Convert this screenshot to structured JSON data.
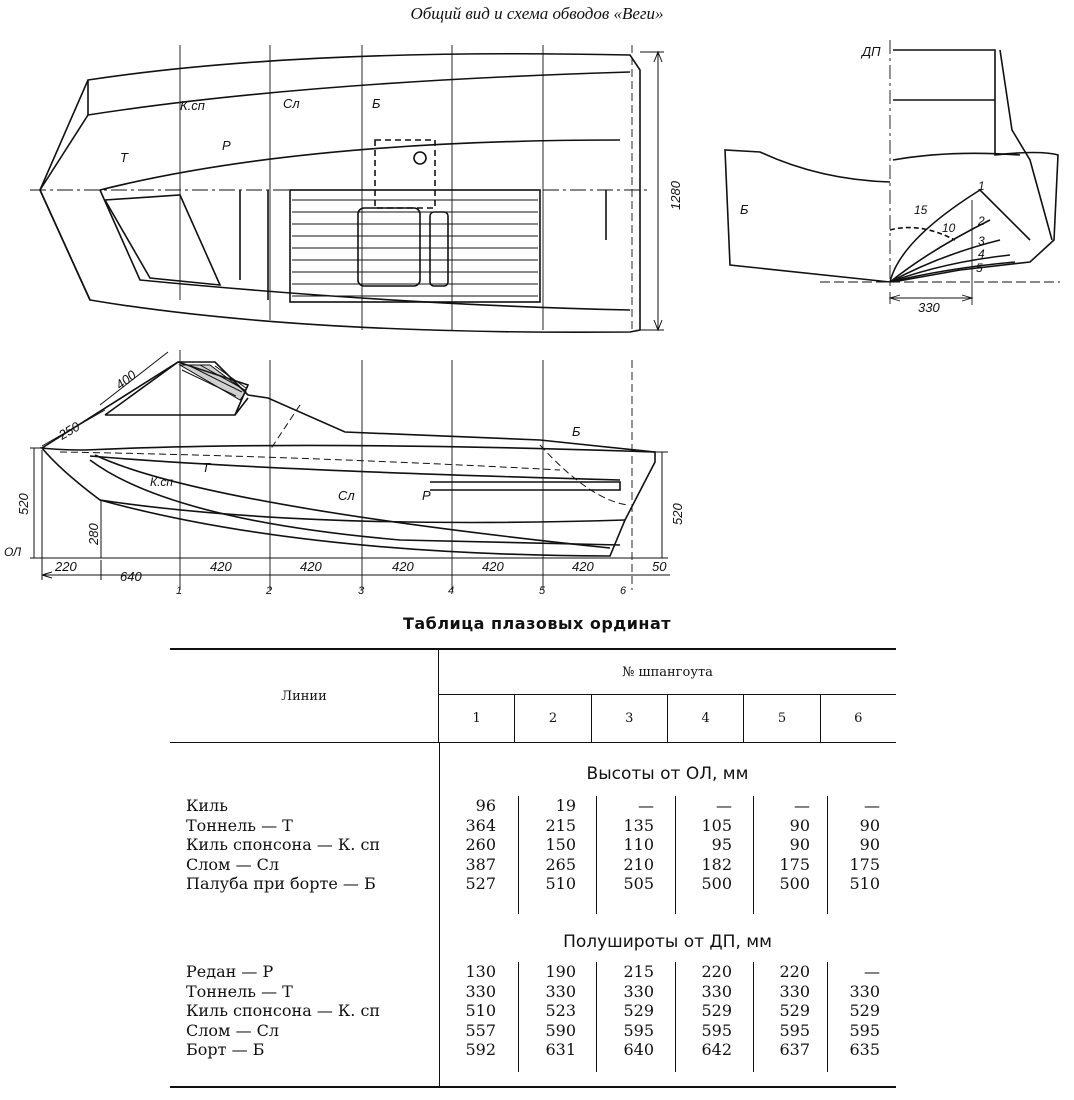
{
  "caption": "Общий вид и схема обводов «Веги»",
  "drawing": {
    "top_view": {
      "labels": [
        "К.сп",
        "Сл",
        "Б",
        "Т",
        "Р"
      ],
      "dim_width": "1280"
    },
    "body_plan": {
      "label_dp": "ДП",
      "label_b": "Б",
      "frame_numbers": [
        "1",
        "2",
        "3",
        "4",
        "5"
      ],
      "angles": [
        "15",
        "10"
      ],
      "dim": "330"
    },
    "profile": {
      "labels": [
        "К.сп",
        "Т",
        "Сл",
        "Р",
        "Б"
      ],
      "label_ol": "ОЛ",
      "dims": {
        "height_bow": "520",
        "height_stern": "520",
        "height_keel": "280",
        "cabin_1": "400",
        "cabin_2": "250",
        "offset_bow": "220",
        "to_frame1": "640",
        "spacing": [
          "420",
          "420",
          "420",
          "420",
          "420"
        ],
        "transom": "50"
      },
      "frame_numbers": [
        "1",
        "2",
        "3",
        "4",
        "5",
        "6"
      ]
    }
  },
  "table": {
    "title": "Таблица плазовых ординат",
    "header_lines": "Линии",
    "header_group": "№ шпангоута",
    "frames": [
      "1",
      "2",
      "3",
      "4",
      "5",
      "6"
    ],
    "sections": [
      {
        "title": "Высоты от ОЛ, мм",
        "rows": [
          {
            "name": "Киль",
            "values": [
              "96",
              "19",
              "—",
              "—",
              "—",
              "—"
            ]
          },
          {
            "name": "Тоннель — Т",
            "values": [
              "364",
              "215",
              "135",
              "105",
              "90",
              "90"
            ]
          },
          {
            "name": "Киль спонсона — К. сп",
            "values": [
              "260",
              "150",
              "110",
              "95",
              "90",
              "90"
            ]
          },
          {
            "name": "Слом — Сл",
            "values": [
              "387",
              "265",
              "210",
              "182",
              "175",
              "175"
            ]
          },
          {
            "name": "Палуба при борте — Б",
            "values": [
              "527",
              "510",
              "505",
              "500",
              "500",
              "510"
            ]
          }
        ]
      },
      {
        "title": "Полуширoты от ДП, мм",
        "rows": [
          {
            "name": "Редан — Р",
            "values": [
              "130",
              "190",
              "215",
              "220",
              "220",
              "—"
            ]
          },
          {
            "name": "Тоннель — Т",
            "values": [
              "330",
              "330",
              "330",
              "330",
              "330",
              "330"
            ]
          },
          {
            "name": "Киль спонсона — К. сп",
            "values": [
              "510",
              "523",
              "529",
              "529",
              "529",
              "529"
            ]
          },
          {
            "name": "Слом — Сл",
            "values": [
              "557",
              "590",
              "595",
              "595",
              "595",
              "595"
            ]
          },
          {
            "name": "Борт — Б",
            "values": [
              "592",
              "631",
              "640",
              "642",
              "637",
              "635"
            ]
          }
        ]
      }
    ]
  }
}
